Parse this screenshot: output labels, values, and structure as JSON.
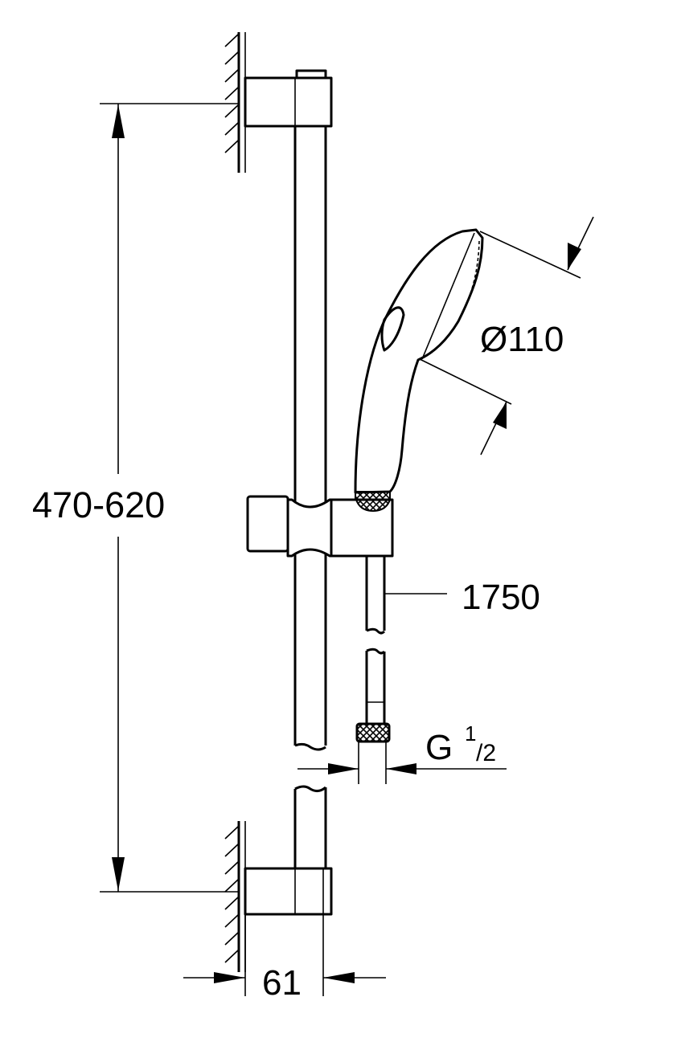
{
  "dimensions": {
    "bar_height_range": "470-620",
    "hand_shower_diameter": "Ø110",
    "hose_length": "1750",
    "connection_thread": {
      "letter": "G",
      "numerator": "1",
      "denominator": "/2"
    },
    "wall_projection": "61"
  }
}
